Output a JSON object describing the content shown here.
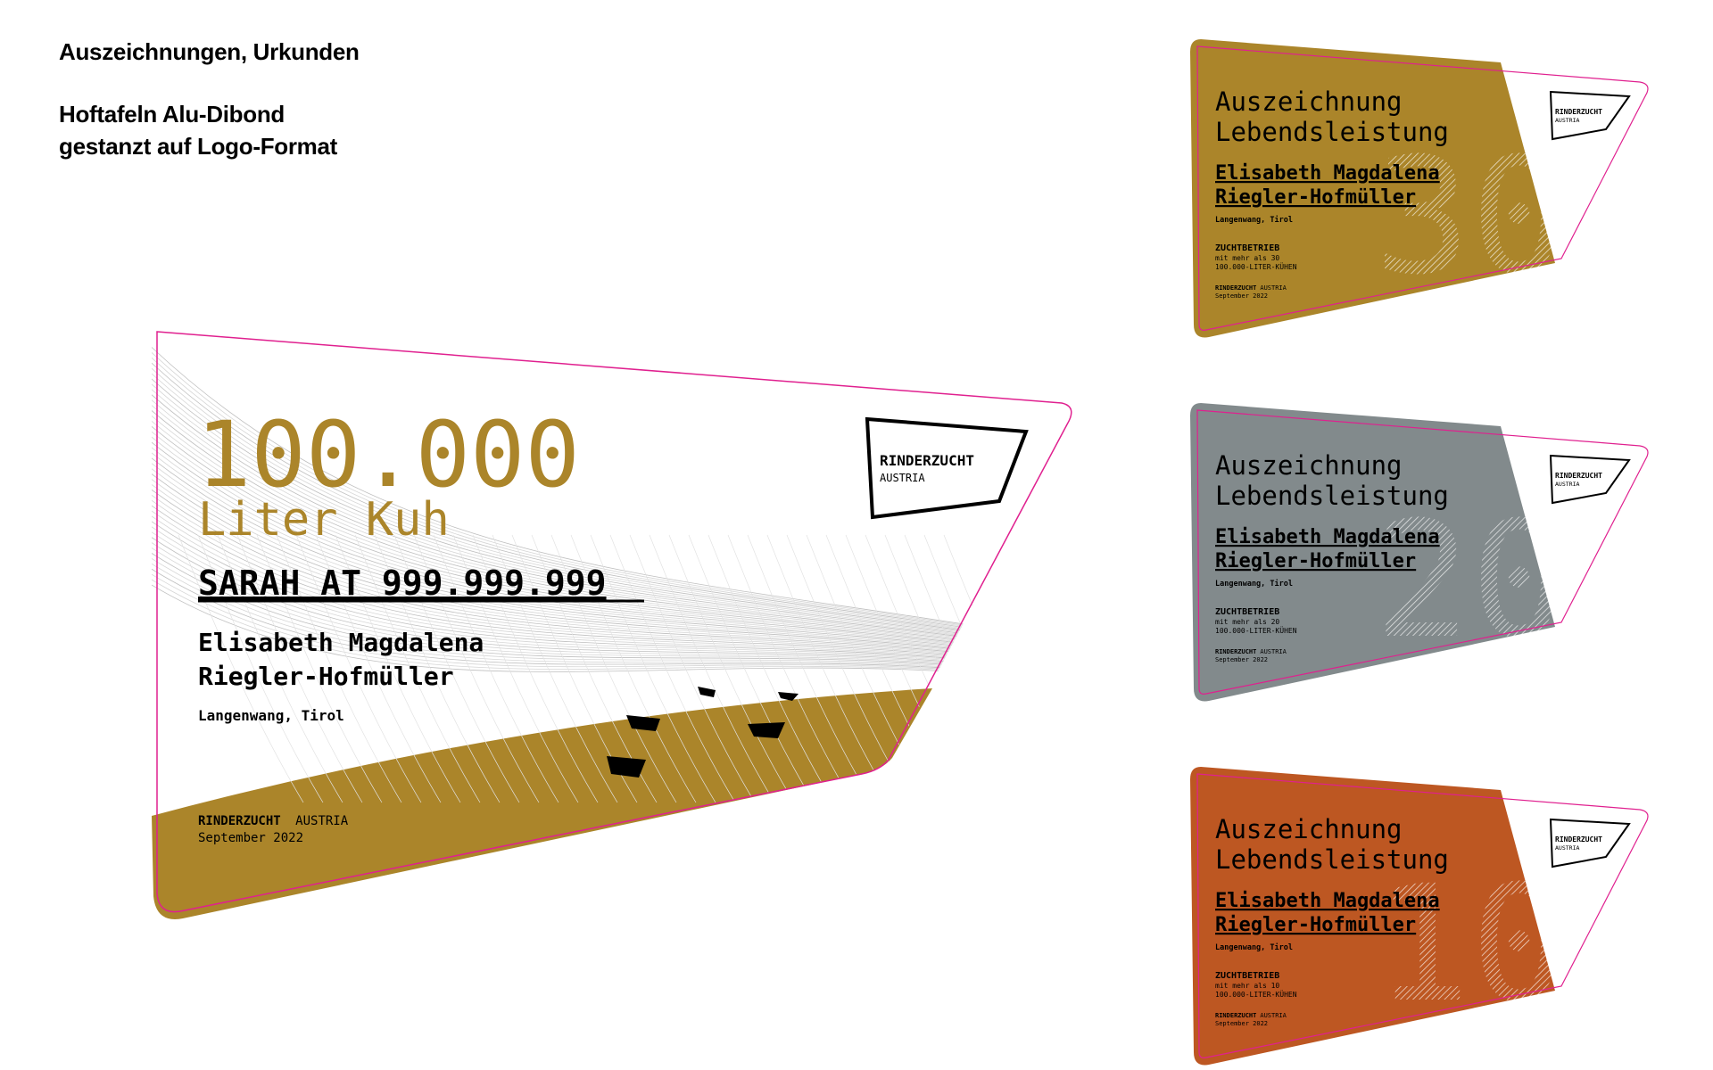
{
  "header": {
    "title": "Auszeichnungen, Urkunden",
    "subtitle_line1": "Hoftafeln Alu-Dibond",
    "subtitle_line2": "gestanzt auf Logo-Format"
  },
  "colors": {
    "gold": "#ab852a",
    "grey": "#828a8c",
    "orange": "#bd5722",
    "cutline": "#e0208f",
    "black": "#000000"
  },
  "logo": {
    "name": "RINDERZUCHT",
    "sub": "AUSTRIA"
  },
  "main_plaque": {
    "number": "100.000",
    "unit": "Liter Kuh",
    "cow": "SARAH AT 999.999.999",
    "owner_line1": "Elisabeth Magdalena",
    "owner_line2": "Riegler-Hofmüller",
    "location": "Langenwang, Tirol",
    "footer_brand_bold": "RINDERZUCHT",
    "footer_brand": "AUSTRIA",
    "footer_date": "September 2022"
  },
  "small_plaques": [
    {
      "color": "gold",
      "title_line1": "Auszeichnung",
      "title_line2": "Lebendsleistung",
      "owner_line1": "Elisabeth Magdalena",
      "owner_line2": "Riegler-Hofmüller",
      "location": "Langenwang, Tirol",
      "label": "ZUCHTBETRIEB",
      "detail_line1": "mit mehr als 30",
      "detail_line2": "100.000-LITER-KÜHEN",
      "footer_brand_bold": "RINDERZUCHT",
      "footer_brand": "AUSTRIA",
      "footer_date": "September 2022",
      "big_number": "30"
    },
    {
      "color": "grey",
      "title_line1": "Auszeichnung",
      "title_line2": "Lebendsleistung",
      "owner_line1": "Elisabeth Magdalena",
      "owner_line2": "Riegler-Hofmüller",
      "location": "Langenwang, Tirol",
      "label": "ZUCHTBETRIEB",
      "detail_line1": "mit mehr als 20",
      "detail_line2": "100.000-LITER-KÜHEN",
      "footer_brand_bold": "RINDERZUCHT",
      "footer_brand": "AUSTRIA",
      "footer_date": "September 2022",
      "big_number": "20"
    },
    {
      "color": "orange",
      "title_line1": "Auszeichnung",
      "title_line2": "Lebendsleistung",
      "owner_line1": "Elisabeth Magdalena",
      "owner_line2": "Riegler-Hofmüller",
      "location": "Langenwang, Tirol",
      "label": "ZUCHTBETRIEB",
      "detail_line1": "mit mehr als 10",
      "detail_line2": "100.000-LITER-KÜHEN",
      "footer_brand_bold": "RINDERZUCHT",
      "footer_brand": "AUSTRIA",
      "footer_date": "September 2022",
      "big_number": "10"
    }
  ]
}
